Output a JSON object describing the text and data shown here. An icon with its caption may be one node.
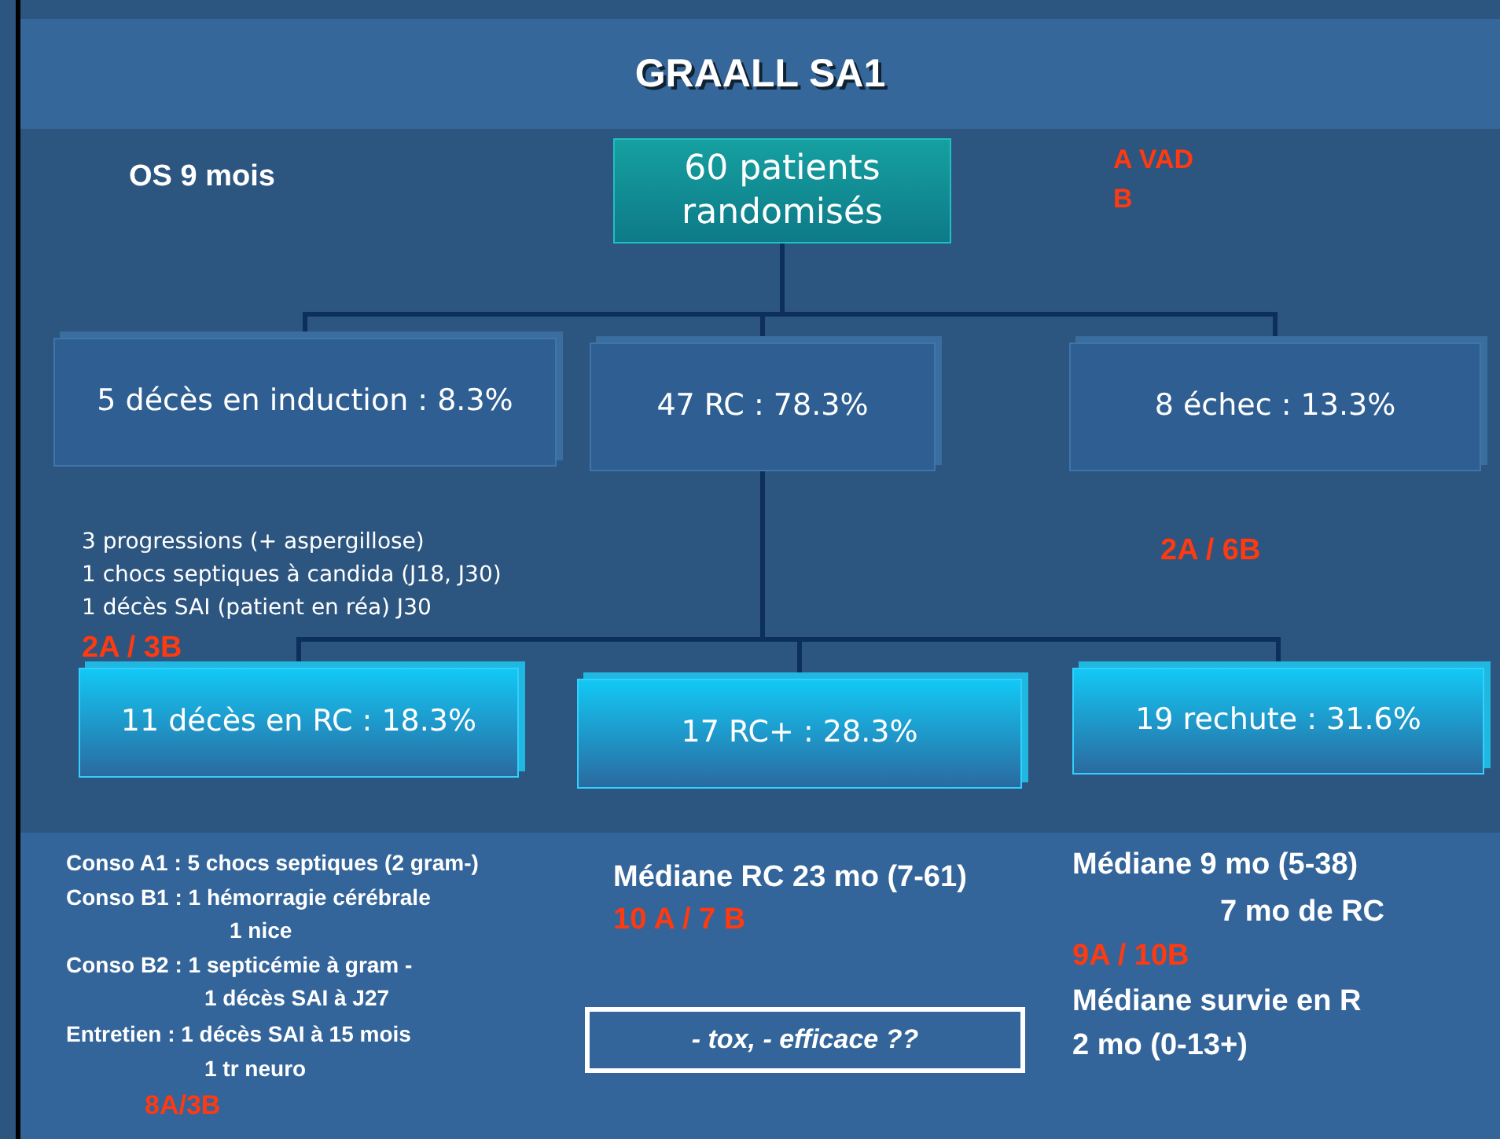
{
  "diagram": {
    "title": "GRAALL SA1",
    "nodes": [
      {
        "text": [
          "60 patients randomisés"
        ]
      },
      {
        "text": [
          "5 décès en induction : 8.3%"
        ]
      },
      {
        "text": [
          "47 RC : 78.3%"
        ]
      },
      {
        "text": [
          "8 échec : 13.3%"
        ]
      },
      {
        "text": [
          "11 décès en RC : 18.3%"
        ]
      },
      {
        "text": [
          "17 RC+ : 28.3%"
        ]
      },
      {
        "text": [
          "19 rechute : 31.6%"
        ]
      },
      {
        "text": [
          "- tox, - efficace ??"
        ]
      }
    ],
    "edges": [
      {
        "from": 0,
        "to": 1,
        "arrow": "none"
      },
      {
        "from": 0,
        "to": 2,
        "arrow": "none"
      },
      {
        "from": 0,
        "to": 3,
        "arrow": "none"
      },
      {
        "from": 2,
        "to": 4,
        "arrow": "none"
      },
      {
        "from": 2,
        "to": 5,
        "arrow": "none"
      },
      {
        "from": 2,
        "to": 6,
        "arrow": "none"
      }
    ],
    "labels": [
      "OS 9 mois",
      "A VAD",
      "B",
      "3 progressions (+ aspergillose)",
      "1 chocs septiques à candida (J18, J30)",
      "1 décès SAI (patient en réa) J30",
      "2A / 3B",
      "2A / 6B",
      "Conso A1 : 5 chocs septiques (2 gram-)",
      "Conso B1 : 1 hémorragie cérébrale",
      "1 nice",
      "Conso B2 : 1 septicémie à gram -",
      "1 décès SAI à J27",
      "Entretien : 1 décès SAI à 15 mois",
      "1 tr neuro",
      "8A/3B",
      "Médiane RC 23 mo (7-61)",
      "10 A / 7 B",
      "Médiane 9 mo (5-38)",
      "7 mo de RC",
      "9A / 10B",
      "Médiane survie en R",
      "2 mo (0-13+)"
    ]
  }
}
